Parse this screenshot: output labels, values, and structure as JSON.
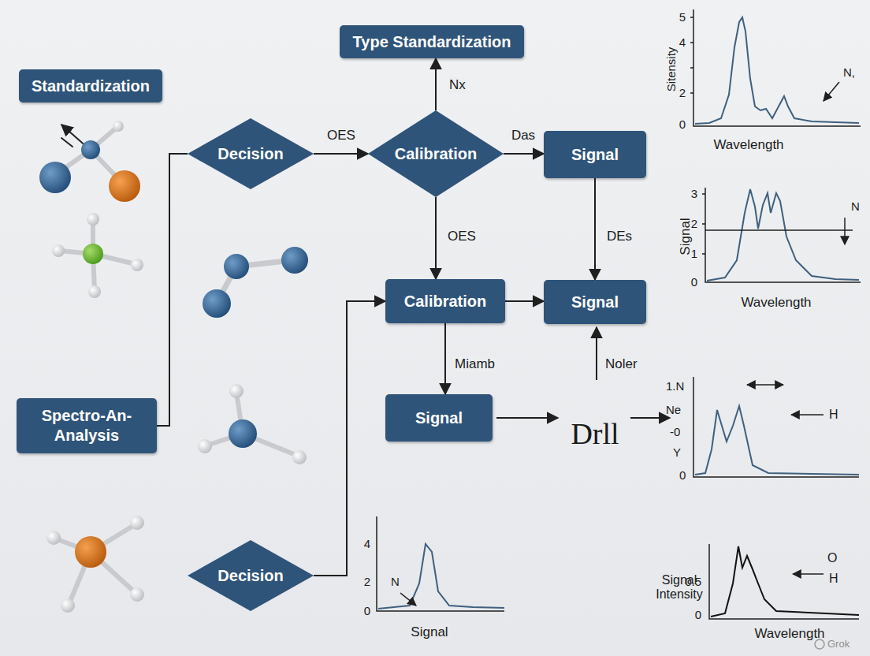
{
  "diagram": {
    "nodes": [
      {
        "text": [
          "Type Standardization"
        ]
      },
      {
        "text": [
          "Standardization"
        ]
      },
      {
        "text": [
          "Decision"
        ]
      },
      {
        "text": [
          "Calibration"
        ]
      },
      {
        "text": [
          "Signal"
        ]
      },
      {
        "text": [
          "Calibration"
        ]
      },
      {
        "text": [
          "Signal"
        ]
      },
      {
        "text": [
          "Spectro-An-Analysis"
        ]
      },
      {
        "text": [
          "Signal"
        ]
      },
      {
        "text": [
          "Decision"
        ]
      }
    ],
    "edges": [
      {
        "from": 2,
        "to": 3,
        "label": "OES",
        "arrow": "to"
      },
      {
        "from": 3,
        "to": 0,
        "label": "Nx",
        "arrow": "to"
      },
      {
        "from": 3,
        "to": 4,
        "label": "Das",
        "arrow": "to"
      },
      {
        "from": 3,
        "to": 5,
        "label": "OES",
        "arrow": "to"
      },
      {
        "from": 4,
        "to": 6,
        "label": "DEs",
        "arrow": "to"
      },
      {
        "from": 5,
        "to": 6,
        "arrow": "to"
      },
      {
        "from": 5,
        "to": 8,
        "label": "Miamb",
        "arrow": "to"
      },
      {
        "from": 7,
        "to": 2,
        "arrow": "none"
      },
      {
        "from": 9,
        "to": 5,
        "arrow": "to"
      }
    ],
    "labels": [
      "Sitensity",
      "5",
      "4",
      "2",
      "0",
      "Wavelength",
      "N,",
      "Signal",
      "3",
      "2",
      "1",
      "0",
      "Wavelength",
      "N",
      "Noler",
      "Drll",
      "1.N",
      "Ne",
      "-0",
      "Y",
      "0",
      "H",
      "4",
      "2",
      "0",
      "N",
      "Signal",
      "Signal Intensity",
      "0.5",
      "0",
      "Wavelength",
      "O",
      "H",
      "Grok"
    ]
  }
}
